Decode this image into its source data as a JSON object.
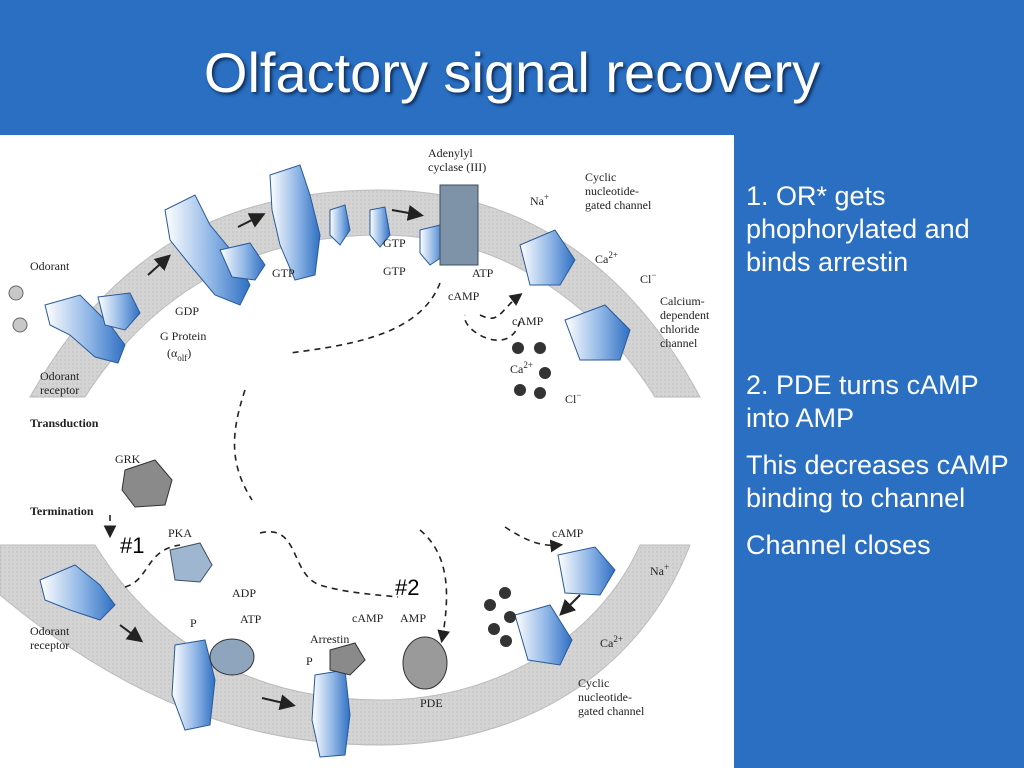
{
  "title": "Olfactory signal recovery",
  "figure": {
    "section_labels": {
      "transduction": "Transduction",
      "termination": "Termination"
    },
    "top": {
      "odorant": "Odorant",
      "odorant_receptor": [
        "Odorant",
        "receptor"
      ],
      "gdp": "GDP",
      "g_protein": [
        "G Protein",
        "(α",
        "olf",
        ")"
      ],
      "gtp_1": "GTP",
      "gtp_2": "GTP",
      "gtp_3": "GTP",
      "adenylyl_cyclase": [
        "Adenylyl",
        "cyclase (III)"
      ],
      "atp": "ATP",
      "camp_1": "cAMP",
      "camp_2": "cAMP",
      "na": "Na",
      "na_sup": "+",
      "ca": "Ca",
      "ca_sup": "2+",
      "cng_channel": [
        "Cyclic",
        "nucleotide-",
        "gated channel"
      ],
      "cl_minus": "Cl",
      "cl_sup": "−",
      "chloride_channel": [
        "Calcium-",
        "dependent",
        "chloride",
        "channel"
      ],
      "ca_bottom": "Ca",
      "ca_bottom_sup": "2+",
      "cl_bottom": "Cl",
      "cl_bottom_sup": "−"
    },
    "bottom": {
      "grk": "GRK",
      "pka": "PKA",
      "odorant_receptor": [
        "Odorant",
        "receptor"
      ],
      "adp": "ADP",
      "atp": "ATP",
      "p_1": "P",
      "p_2": "P",
      "arrestin": "Arrestin",
      "camp_left": "cAMP",
      "amp": "AMP",
      "pde": "PDE",
      "camp_right": "cAMP",
      "na": "Na",
      "na_sup": "+",
      "ca": "Ca",
      "ca_sup": "2+",
      "cng_channel": [
        "Cyclic",
        "nucleotide-",
        "gated channel"
      ],
      "marker_1": "#1",
      "marker_2": "#2"
    }
  },
  "notes": [
    "1. OR* gets phophorylated and binds arrestin",
    "2. PDE turns cAMP into AMP",
    "This decreases cAMP binding to channel",
    "Channel closes"
  ],
  "colors": {
    "background": "#2a6fc2",
    "protein_blue": "#4a86d0",
    "membrane": "#cfcfcf"
  }
}
